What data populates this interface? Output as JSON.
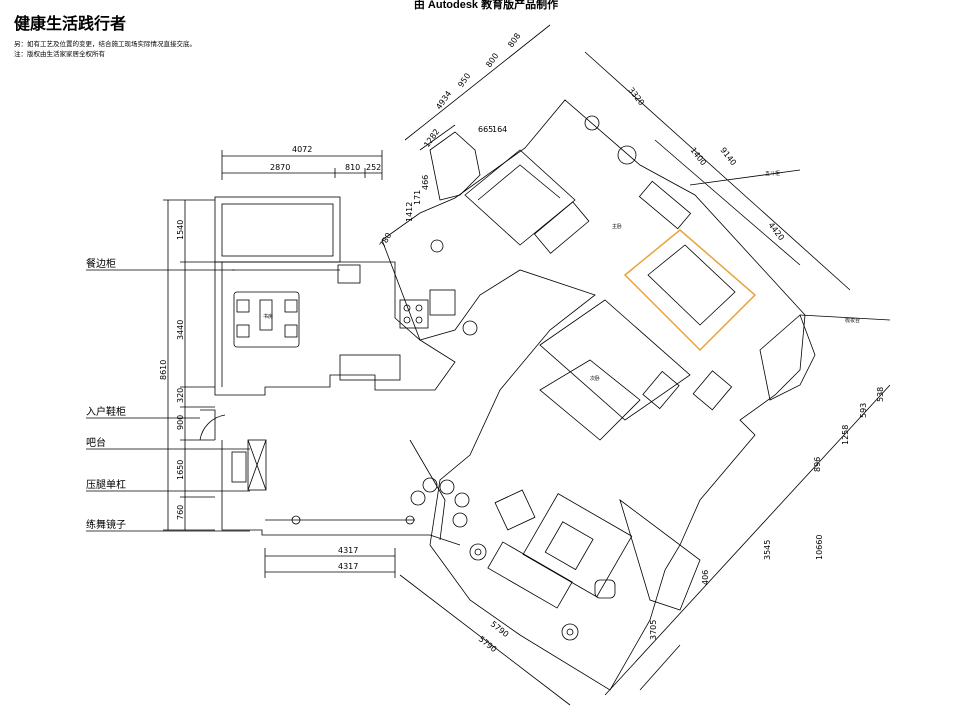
{
  "banner": "由 Autodesk 教育版产品制作",
  "title": "健康生活践行者",
  "notes": [
    "另：如有工艺及位置的变更，结合施工现场实际情况直接交底。",
    "注：版权由生活家家居全权所有"
  ],
  "labels": {
    "sideboard": "餐边柜",
    "shoe_cabinet": "入户鞋柜",
    "bar": "吧台",
    "press_bar": "压腿单杠",
    "dance_mirror": "练舞镜子"
  },
  "dims": {
    "top_total": "4072",
    "top_a": "2870",
    "top_b": "810",
    "top_c": "252",
    "left_total": "8610",
    "left_a": "1540",
    "left_b": "3440",
    "left_c": "320",
    "left_d": "900",
    "left_e": "1650",
    "left_f": "760",
    "bottom_a": "4317",
    "bottom_b": "4317",
    "diag_top_a": "4934",
    "diag_top_b": "950",
    "diag_top_c": "800",
    "diag_top_d": "808",
    "diag_top_e": "1282",
    "diag_top_f": "665",
    "diag_top_g": "164",
    "diag_top_h": "1412",
    "diag_top_i": "171",
    "diag_top_j": "466",
    "diag_top_k": "780",
    "upper_right_a": "3320",
    "upper_right_b": "9140",
    "upper_right_c": "1400",
    "upper_right_d": "4420",
    "right_a": "10660",
    "right_b": "3545",
    "right_c": "896",
    "right_d": "1258",
    "right_e": "593",
    "right_f": "538",
    "right_g": "406",
    "right_h": "3705",
    "bottom_diag_a": "5790",
    "bottom_diag_b": "5790",
    "room_master": "主卧",
    "room_second": "次卧",
    "room_kid": "书房",
    "small_a": "五斗柜",
    "small_b": "梳妆台"
  }
}
